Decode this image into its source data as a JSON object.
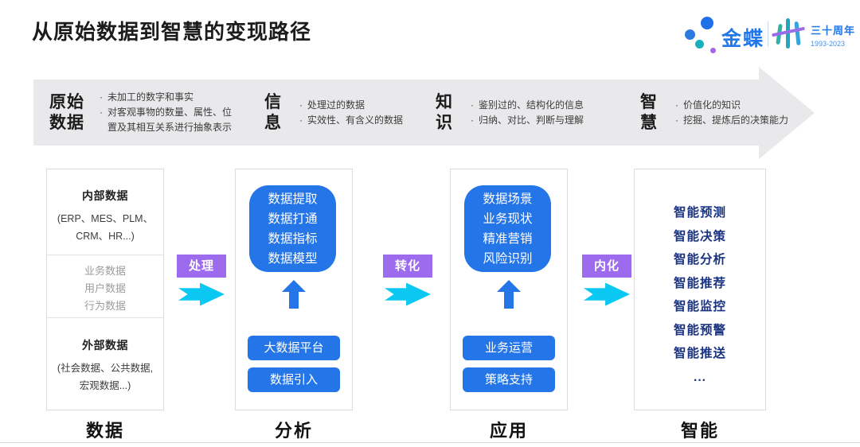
{
  "title": "从原始数据到智慧的变现路径",
  "logo": {
    "brand": "金蝶",
    "anniversary": "三十周年",
    "years": "1993-2023"
  },
  "banner": {
    "stages": [
      {
        "key": "raw-data",
        "name_lines": [
          "原始",
          "数据"
        ],
        "points": [
          "未加工的数字和事实",
          "对客观事物的数量、属性、位置及其相互关系进行抽象表示"
        ]
      },
      {
        "key": "information",
        "name_lines": [
          "信",
          "息"
        ],
        "points": [
          "处理过的数据",
          "实效性、有含义的数据"
        ]
      },
      {
        "key": "knowledge",
        "name_lines": [
          "知",
          "识"
        ],
        "points": [
          "鉴别过的、结构化的信息",
          "归纳、对比、判断与理解"
        ]
      },
      {
        "key": "wisdom",
        "name_lines": [
          "智",
          "慧"
        ],
        "points": [
          "价值化的知识",
          "挖掘、提炼后的决策能力"
        ]
      }
    ]
  },
  "columns": [
    {
      "key": "data",
      "label": "数据",
      "type": "data",
      "sections": [
        {
          "heading": "内部数据",
          "sub_lines": [
            "(ERP、MES、PLM、",
            "CRM、HR...)"
          ]
        },
        {
          "items": [
            "业务数据",
            "用户数据",
            "行为数据"
          ]
        },
        {
          "heading": "外部数据",
          "sub_lines": [
            "(社会数据、公共数据,",
            "宏观数据...)"
          ]
        }
      ]
    },
    {
      "key": "analysis",
      "label": "分析",
      "type": "process",
      "core": [
        "数据提取",
        "数据打通",
        "数据指标",
        "数据模型"
      ],
      "buttons": [
        "大数据平台",
        "数据引入"
      ]
    },
    {
      "key": "application",
      "label": "应用",
      "type": "process",
      "core": [
        "数据场景",
        "业务现状",
        "精准营销",
        "风险识别"
      ],
      "buttons": [
        "业务运营",
        "策略支持"
      ]
    },
    {
      "key": "intelligence",
      "label": "智能",
      "type": "list",
      "items": [
        "智能预测",
        "智能决策",
        "智能分析",
        "智能推荐",
        "智能监控",
        "智能预警",
        "智能推送",
        "..."
      ]
    }
  ],
  "connectors": [
    {
      "key": "process",
      "label": "处理"
    },
    {
      "key": "transform",
      "label": "转化"
    },
    {
      "key": "internalize",
      "label": "内化"
    }
  ],
  "colors": {
    "primary_blue": "#2476E8",
    "cyan_arrow": "#0AC8F2",
    "purple_label": "#9D6BEE",
    "navy_text": "#1A3380",
    "banner_gray": "#E9E9EB",
    "brand_blue": "#2277E8"
  }
}
